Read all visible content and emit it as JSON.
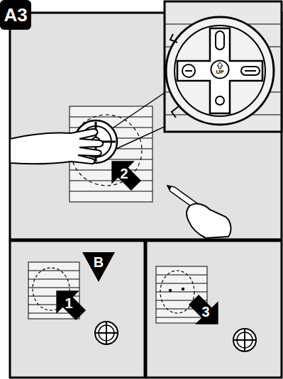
{
  "diagram": {
    "nodes": [
      {
        "text": [
          "A3"
        ]
      },
      {
        "text": [
          "UP"
        ]
      },
      {
        "text": [
          "2"
        ]
      },
      {
        "text": [
          "1"
        ]
      },
      {
        "text": [
          "B"
        ]
      },
      {
        "text": [
          "3"
        ]
      }
    ]
  }
}
